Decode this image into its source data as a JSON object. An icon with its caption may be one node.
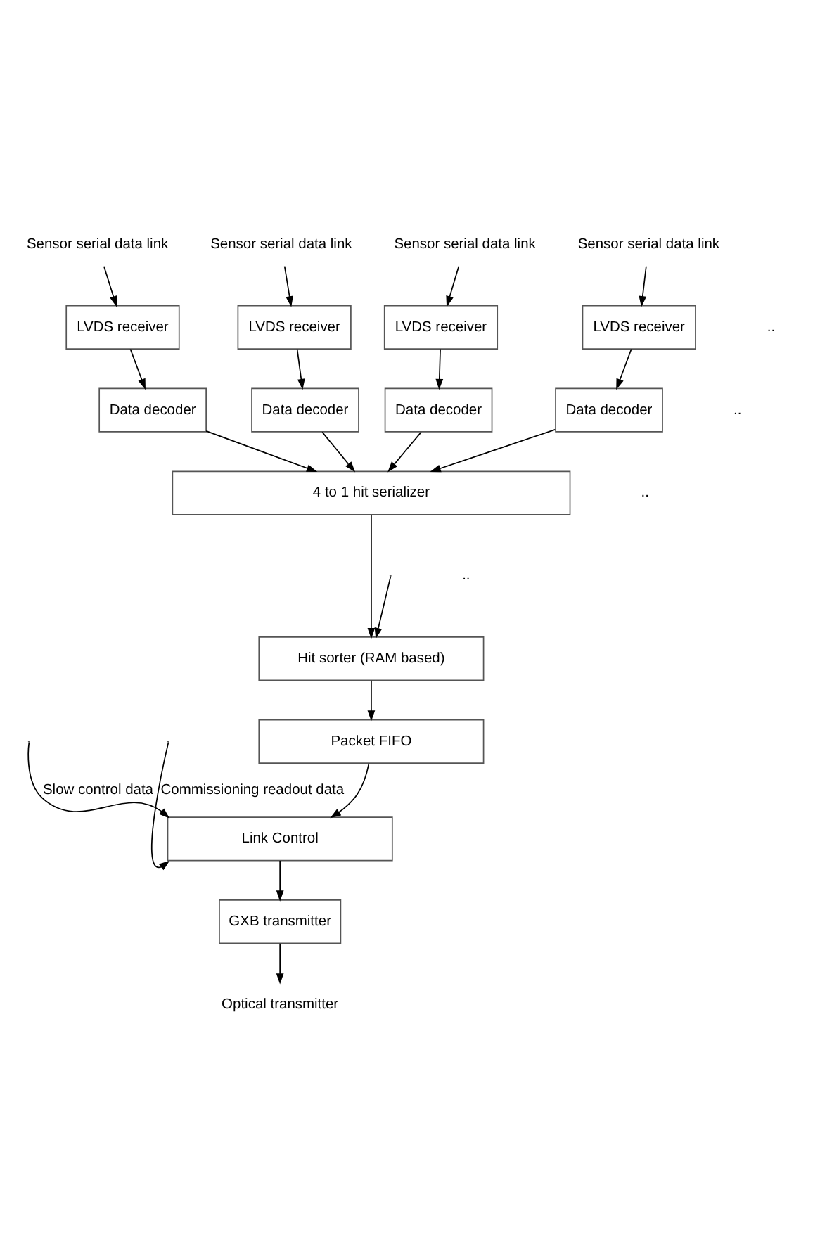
{
  "diagram": {
    "nodes": [
      {
        "text": [
          "Sensor serial data link"
        ]
      },
      {
        "text": [
          "Sensor serial data link"
        ]
      },
      {
        "text": [
          "Sensor serial data link"
        ]
      },
      {
        "text": [
          "Sensor serial data link"
        ]
      },
      {
        "text": [
          "LVDS receiver"
        ]
      },
      {
        "text": [
          "LVDS receiver"
        ]
      },
      {
        "text": [
          "LVDS receiver"
        ]
      },
      {
        "text": [
          "LVDS receiver"
        ]
      },
      {
        "text": [
          "Data decoder"
        ]
      },
      {
        "text": [
          "Data decoder"
        ]
      },
      {
        "text": [
          "Data decoder"
        ]
      },
      {
        "text": [
          "Data decoder"
        ]
      },
      {
        "text": [
          "4 to 1 hit serializer"
        ]
      },
      {
        "text": [
          "Hit sorter (RAM based)"
        ]
      },
      {
        "text": [
          "Packet FIFO"
        ]
      },
      {
        "text": [
          "Link Control"
        ]
      },
      {
        "text": [
          "GXB transmitter"
        ]
      },
      {
        "text": [
          "Optical transmitter"
        ]
      }
    ],
    "edges": [
      {
        "from": 0,
        "to": 4,
        "arrow": "to"
      },
      {
        "from": 1,
        "to": 5,
        "arrow": "to"
      },
      {
        "from": 2,
        "to": 6,
        "arrow": "to"
      },
      {
        "from": 3,
        "to": 7,
        "arrow": "to"
      },
      {
        "from": 4,
        "to": 8,
        "arrow": "to"
      },
      {
        "from": 5,
        "to": 9,
        "arrow": "to"
      },
      {
        "from": 6,
        "to": 10,
        "arrow": "to"
      },
      {
        "from": 7,
        "to": 11,
        "arrow": "to"
      },
      {
        "from": 8,
        "to": 12,
        "arrow": "to"
      },
      {
        "from": 9,
        "to": 12,
        "arrow": "to"
      },
      {
        "from": 10,
        "to": 12,
        "arrow": "to"
      },
      {
        "from": 11,
        "to": 12,
        "arrow": "to"
      },
      {
        "from": 12,
        "to": 13,
        "arrow": "to"
      },
      {
        "from": null,
        "to": 13,
        "arrow": "to"
      },
      {
        "from": 13,
        "to": 14,
        "arrow": "to"
      },
      {
        "from": 14,
        "to": 15,
        "arrow": "to"
      },
      {
        "from": null,
        "to": 15,
        "arrow": "to",
        "label": "Slow control data"
      },
      {
        "from": null,
        "to": 15,
        "arrow": "to",
        "label": "Commissioning readout data"
      },
      {
        "from": 15,
        "to": 16,
        "arrow": "to"
      },
      {
        "from": 16,
        "to": 17,
        "arrow": "to"
      }
    ],
    "labels": [
      "..",
      "..",
      "..",
      ".."
    ]
  }
}
